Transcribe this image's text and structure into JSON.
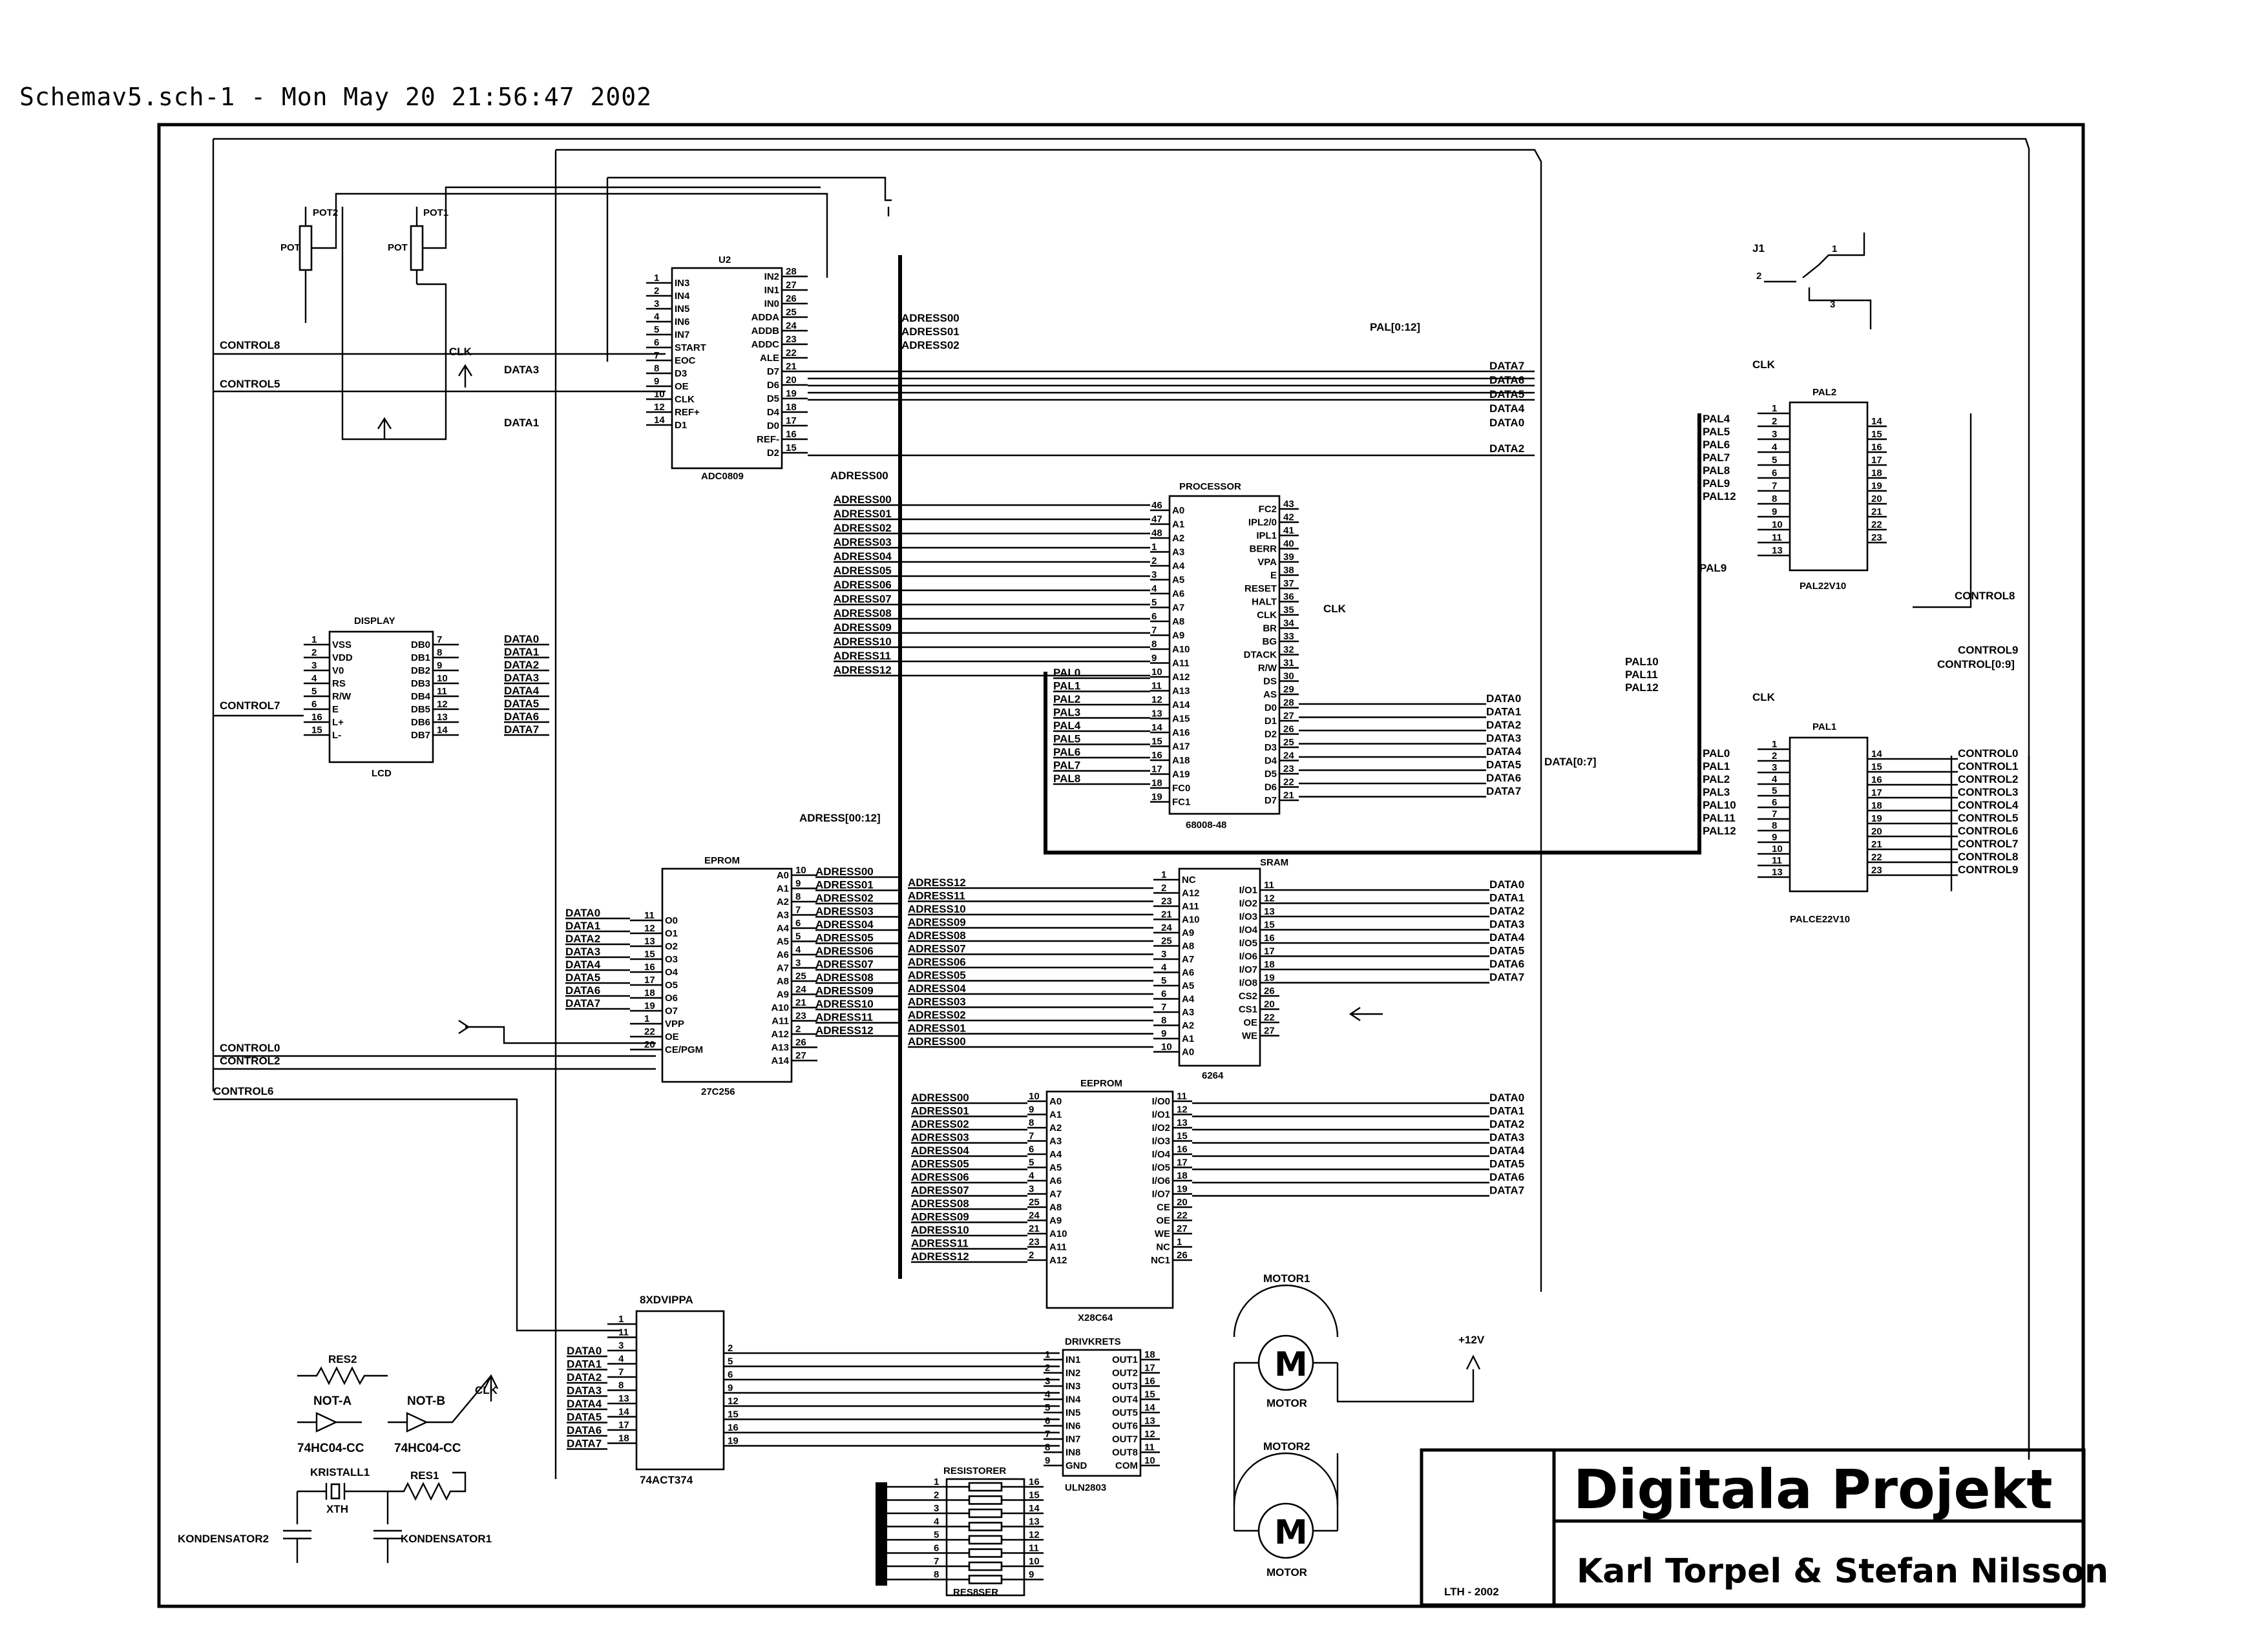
{
  "header": "Schemav5.sch-1 - Mon May 20 21:56:47 2002",
  "title_block": {
    "title": "Digitala Projekt",
    "authors": "Karl Torpel & Stefan Nilsson",
    "footer": "LTH - 2002"
  },
  "components": {
    "u2": {
      "ref": "U2",
      "part": "ADC0809",
      "left_pins": [
        [
          "1",
          "IN3"
        ],
        [
          "2",
          "IN4"
        ],
        [
          "3",
          "IN5"
        ],
        [
          "4",
          "IN6"
        ],
        [
          "5",
          "IN7"
        ],
        [
          "6",
          "START"
        ],
        [
          "7",
          "EOC"
        ],
        [
          "8",
          "D3"
        ],
        [
          "9",
          "OE"
        ],
        [
          "10",
          "CLK"
        ],
        [
          "12",
          "REF+"
        ],
        [
          "14",
          "D1"
        ]
      ],
      "right_pins": [
        [
          "28",
          "IN2"
        ],
        [
          "27",
          "IN1"
        ],
        [
          "26",
          "IN0"
        ],
        [
          "25",
          "ADDA"
        ],
        [
          "24",
          "ADDB"
        ],
        [
          "23",
          "ADDC"
        ],
        [
          "22",
          "ALE"
        ],
        [
          "21",
          "D7"
        ],
        [
          "20",
          "D6"
        ],
        [
          "19",
          "D5"
        ],
        [
          "18",
          "D4"
        ],
        [
          "17",
          "D0"
        ],
        [
          "16",
          "REF-"
        ],
        [
          "15",
          "D2"
        ]
      ]
    },
    "processor": {
      "ref": "PROCESSOR",
      "part": "68008-48",
      "left_pins": [
        [
          "46",
          "A0"
        ],
        [
          "47",
          "A1"
        ],
        [
          "48",
          "A2"
        ],
        [
          "1",
          "A3"
        ],
        [
          "2",
          "A4"
        ],
        [
          "3",
          "A5"
        ],
        [
          "4",
          "A6"
        ],
        [
          "5",
          "A7"
        ],
        [
          "6",
          "A8"
        ],
        [
          "7",
          "A9"
        ],
        [
          "8",
          "A10"
        ],
        [
          "9",
          "A11"
        ],
        [
          "10",
          "A12"
        ],
        [
          "11",
          "A13"
        ],
        [
          "12",
          "A14"
        ],
        [
          "13",
          "A15"
        ],
        [
          "14",
          "A16"
        ],
        [
          "15",
          "A17"
        ],
        [
          "16",
          "A18"
        ],
        [
          "17",
          "A19"
        ],
        [
          "18",
          "FC0"
        ],
        [
          "19",
          "FC1"
        ]
      ],
      "right_pins": [
        [
          "43",
          "FC2"
        ],
        [
          "42",
          "IPL2/0"
        ],
        [
          "41",
          "IPL1"
        ],
        [
          "40",
          "BERR"
        ],
        [
          "39",
          "VPA"
        ],
        [
          "38",
          "E"
        ],
        [
          "37",
          "RESET"
        ],
        [
          "36",
          "HALT"
        ],
        [
          "35",
          "CLK"
        ],
        [
          "34",
          "BR"
        ],
        [
          "33",
          "BG"
        ],
        [
          "32",
          "DTACK"
        ],
        [
          "31",
          "R/W"
        ],
        [
          "30",
          "DS"
        ],
        [
          "29",
          "AS"
        ],
        [
          "28",
          "D0"
        ],
        [
          "27",
          "D1"
        ],
        [
          "26",
          "D2"
        ],
        [
          "25",
          "D3"
        ],
        [
          "24",
          "D4"
        ],
        [
          "23",
          "D5"
        ],
        [
          "22",
          "D6"
        ],
        [
          "21",
          "D7"
        ]
      ],
      "nets_left": [
        "ADRESS00",
        "ADRESS01",
        "ADRESS02",
        "ADRESS03",
        "ADRESS04",
        "ADRESS05",
        "ADRESS06",
        "ADRESS07",
        "ADRESS08",
        "ADRESS09",
        "ADRESS10",
        "ADRESS11",
        "ADRESS12"
      ],
      "pal_nets": [
        "PAL0",
        "PAL1",
        "PAL2",
        "PAL3",
        "PAL4",
        "PAL5",
        "PAL6",
        "PAL7",
        "PAL8"
      ],
      "data_nets": [
        "DATA0",
        "DATA1",
        "DATA2",
        "DATA3",
        "DATA4",
        "DATA5",
        "DATA6",
        "DATA7"
      ]
    },
    "display": {
      "ref": "DISPLAY",
      "part": "LCD",
      "left_pins": [
        [
          "1",
          "VSS"
        ],
        [
          "2",
          "VDD"
        ],
        [
          "3",
          "V0"
        ],
        [
          "4",
          "RS"
        ],
        [
          "5",
          "R/W"
        ],
        [
          "6",
          "E"
        ],
        [
          "16",
          "L+"
        ],
        [
          "15",
          "L-"
        ]
      ],
      "right_pins": [
        [
          "7",
          "DB0"
        ],
        [
          "8",
          "DB1"
        ],
        [
          "9",
          "DB2"
        ],
        [
          "10",
          "DB3"
        ],
        [
          "11",
          "DB4"
        ],
        [
          "12",
          "DB5"
        ],
        [
          "13",
          "DB6"
        ],
        [
          "14",
          "DB7"
        ]
      ],
      "nets": [
        "DATA0",
        "DATA1",
        "DATA2",
        "DATA3",
        "DATA4",
        "DATA5",
        "DATA6",
        "DATA7"
      ]
    },
    "pal2": {
      "ref": "PAL2",
      "part": "PAL22V10",
      "left_pins": [
        "1",
        "2",
        "3",
        "4",
        "5",
        "6",
        "7",
        "8",
        "9",
        "10",
        "11",
        "13"
      ],
      "right_pins": [
        "14",
        "15",
        "16",
        "17",
        "18",
        "19",
        "20",
        "21",
        "22",
        "23"
      ],
      "nets_left": [
        "PAL4",
        "PAL5",
        "PAL6",
        "PAL7",
        "PAL8",
        "PAL9",
        "PAL12"
      ]
    },
    "pal1": {
      "ref": "PAL1",
      "part": "PALCE22V10",
      "left_pins": [
        "1",
        "2",
        "3",
        "4",
        "5",
        "6",
        "7",
        "8",
        "9",
        "10",
        "11",
        "13"
      ],
      "right_pins": [
        "14",
        "15",
        "16",
        "17",
        "18",
        "19",
        "20",
        "21",
        "22",
        "23"
      ],
      "nets_left": [
        "PAL0",
        "PAL1",
        "PAL2",
        "PAL3",
        "PAL10",
        "PAL11",
        "PAL12"
      ],
      "nets_right": [
        "CONTROL0",
        "CONTROL1",
        "CONTROL2",
        "CONTROL3",
        "CONTROL4",
        "CONTROL5",
        "CONTROL6",
        "CONTROL7",
        "CONTROL8",
        "CONTROL9"
      ]
    },
    "eprom": {
      "ref": "EPROM",
      "part": "27C256",
      "left_pins": [
        [
          "11",
          "O0"
        ],
        [
          "12",
          "O1"
        ],
        [
          "13",
          "O2"
        ],
        [
          "15",
          "O3"
        ],
        [
          "16",
          "O4"
        ],
        [
          "17",
          "O5"
        ],
        [
          "18",
          "O6"
        ],
        [
          "19",
          "O7"
        ],
        [
          "1",
          "VPP"
        ],
        [
          "22",
          "OE"
        ],
        [
          "20",
          "CE/PGM"
        ]
      ],
      "right_pins": [
        [
          "10",
          "A0"
        ],
        [
          "9",
          "A1"
        ],
        [
          "8",
          "A2"
        ],
        [
          "7",
          "A3"
        ],
        [
          "6",
          "A4"
        ],
        [
          "5",
          "A5"
        ],
        [
          "4",
          "A6"
        ],
        [
          "3",
          "A7"
        ],
        [
          "25",
          "A8"
        ],
        [
          "24",
          "A9"
        ],
        [
          "21",
          "A10"
        ],
        [
          "23",
          "A11"
        ],
        [
          "2",
          "A12"
        ],
        [
          "26",
          "A13"
        ],
        [
          "27",
          "A14"
        ]
      ],
      "nets_right": [
        "ADRESS00",
        "ADRESS01",
        "ADRESS02",
        "ADRESS03",
        "ADRESS04",
        "ADRESS05",
        "ADRESS06",
        "ADRESS07",
        "ADRESS08",
        "ADRESS09",
        "ADRESS10",
        "ADRESS11",
        "ADRESS12"
      ]
    },
    "sram": {
      "ref": "SRAM",
      "part": "6264",
      "left_pins": [
        [
          "1",
          "NC"
        ],
        [
          "2",
          "A12"
        ],
        [
          "23",
          "A11"
        ],
        [
          "21",
          "A10"
        ],
        [
          "24",
          "A9"
        ],
        [
          "25",
          "A8"
        ],
        [
          "3",
          "A7"
        ],
        [
          "4",
          "A6"
        ],
        [
          "5",
          "A5"
        ],
        [
          "6",
          "A4"
        ],
        [
          "7",
          "A3"
        ],
        [
          "8",
          "A2"
        ],
        [
          "9",
          "A1"
        ],
        [
          "10",
          "A0"
        ]
      ],
      "right_pins": [
        [
          "11",
          "I/O1"
        ],
        [
          "12",
          "I/O2"
        ],
        [
          "13",
          "I/O3"
        ],
        [
          "15",
          "I/O4"
        ],
        [
          "16",
          "I/O5"
        ],
        [
          "17",
          "I/O6"
        ],
        [
          "18",
          "I/O7"
        ],
        [
          "19",
          "I/O8"
        ],
        [
          "26",
          "CS2"
        ],
        [
          "20",
          "CS1"
        ],
        [
          "22",
          "OE"
        ],
        [
          "27",
          "WE"
        ]
      ],
      "nets_left": [
        "ADRESS12",
        "ADRESS11",
        "ADRESS10",
        "ADRESS09",
        "ADRESS08",
        "ADRESS07",
        "ADRESS06",
        "ADRESS05",
        "ADRESS04",
        "ADRESS03",
        "ADRESS02",
        "ADRESS01",
        "ADRESS00"
      ]
    },
    "eeprom": {
      "ref": "EEPROM",
      "part": "X28C64",
      "left_pins": [
        [
          "10",
          "A0"
        ],
        [
          "9",
          "A1"
        ],
        [
          "8",
          "A2"
        ],
        [
          "7",
          "A3"
        ],
        [
          "6",
          "A4"
        ],
        [
          "5",
          "A5"
        ],
        [
          "4",
          "A6"
        ],
        [
          "3",
          "A7"
        ],
        [
          "25",
          "A8"
        ],
        [
          "24",
          "A9"
        ],
        [
          "21",
          "A10"
        ],
        [
          "23",
          "A11"
        ],
        [
          "2",
          "A12"
        ]
      ],
      "right_pins": [
        [
          "11",
          "I/O0"
        ],
        [
          "12",
          "I/O1"
        ],
        [
          "13",
          "I/O2"
        ],
        [
          "15",
          "I/O3"
        ],
        [
          "16",
          "I/O4"
        ],
        [
          "17",
          "I/O5"
        ],
        [
          "18",
          "I/O6"
        ],
        [
          "19",
          "I/O7"
        ],
        [
          "20",
          "CE"
        ],
        [
          "22",
          "OE"
        ],
        [
          "27",
          "WE"
        ],
        [
          "1",
          "NC"
        ],
        [
          "26",
          "NC1"
        ]
      ],
      "nets_left": [
        "ADRESS00",
        "ADRESS01",
        "ADRESS02",
        "ADRESS03",
        "ADRESS04",
        "ADRESS05",
        "ADRESS06",
        "ADRESS07",
        "ADRESS08",
        "ADRESS09",
        "ADRESS10",
        "ADRESS11",
        "ADRESS12"
      ]
    },
    "latch": {
      "ref": "8XDVIPPA",
      "part": "74ACT374",
      "left_pins": [
        "1",
        "11",
        "3",
        "4",
        "7",
        "8",
        "13",
        "14",
        "17",
        "18"
      ],
      "right_pins": [
        "2",
        "5",
        "6",
        "9",
        "12",
        "15",
        "16",
        "19"
      ],
      "nets": [
        "DATA0",
        "DATA1",
        "DATA2",
        "DATA3",
        "DATA4",
        "DATA5",
        "DATA6",
        "DATA7"
      ]
    },
    "driver": {
      "ref": "DRIVKRETS",
      "part": "ULN2803",
      "left_pins": [
        [
          "1",
          "IN1"
        ],
        [
          "2",
          "IN2"
        ],
        [
          "3",
          "IN3"
        ],
        [
          "4",
          "IN4"
        ],
        [
          "5",
          "IN5"
        ],
        [
          "6",
          "IN6"
        ],
        [
          "7",
          "IN7"
        ],
        [
          "8",
          "IN8"
        ],
        [
          "9",
          "GND"
        ]
      ],
      "right_pins": [
        [
          "18",
          "OUT1"
        ],
        [
          "17",
          "OUT2"
        ],
        [
          "16",
          "OUT3"
        ],
        [
          "15",
          "OUT4"
        ],
        [
          "14",
          "OUT5"
        ],
        [
          "13",
          "OUT6"
        ],
        [
          "12",
          "OUT7"
        ],
        [
          "11",
          "OUT8"
        ],
        [
          "10",
          "COM"
        ]
      ]
    },
    "resistors": {
      "ref": "RESISTORER",
      "part": "RES8SER",
      "left_pins": [
        "1",
        "2",
        "3",
        "4",
        "5",
        "6",
        "7",
        "8"
      ],
      "right_pins": [
        "16",
        "15",
        "14",
        "13",
        "12",
        "11",
        "10",
        "9"
      ]
    },
    "misc": {
      "pot2": "POT2",
      "pot1": "POT1",
      "pot": "POT",
      "j1": "J1",
      "res2": "RES2",
      "res1": "RES1",
      "not_a": "NOT-A",
      "not_b": "NOT-B",
      "inv_part": "74HC04-CC",
      "crystal": "KRISTALL1",
      "xth": "XTH",
      "cap2": "KONDENSATOR2",
      "cap1": "KONDENSATOR1",
      "motor1": "MOTOR1",
      "motor2": "MOTOR2",
      "motor": "MOTOR",
      "m": "M",
      "plus12": "+12V",
      "clk": "CLK"
    }
  },
  "nets": {
    "control8": "CONTROL8",
    "control5": "CONTROL5",
    "control7": "CONTROL7",
    "control0": "CONTROL0",
    "control2": "CONTROL2",
    "control6": "CONTROL6",
    "control9": "CONTROL9",
    "control3": "CONTROL3",
    "control1": "CONTROL1",
    "control4": "CONTROL4",
    "control_bus": "CONTROL[0:9]",
    "data3": "DATA3",
    "data1": "DATA1",
    "data2": "DATA2",
    "data_bus": "DATA[0:7]",
    "pal_bus": "PAL[0:12]",
    "pal9": "PAL9",
    "pal10": "PAL10",
    "pal11": "PAL11",
    "pal12": "PAL12",
    "adress_bus": "ADRESS[00:12]",
    "adr00": "ADRESS00",
    "adr01": "ADRESS01",
    "adr02": "ADRESS02",
    "u2_data_right": [
      "DATA7",
      "DATA6",
      "DATA5",
      "DATA4",
      "DATA0"
    ]
  }
}
